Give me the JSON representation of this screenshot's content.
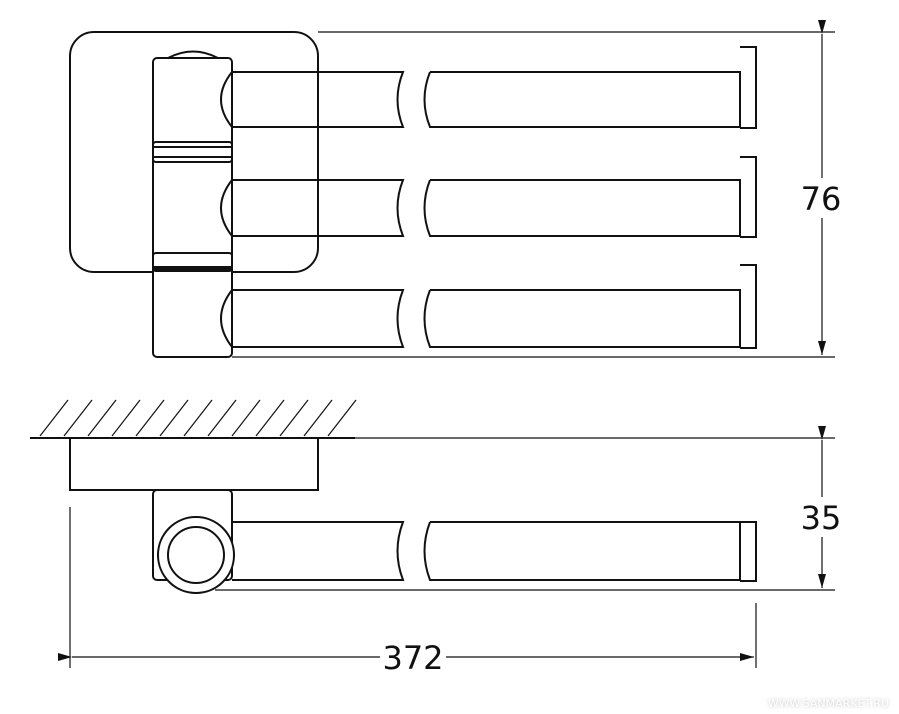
{
  "dimensions": {
    "height_top_view": "76",
    "depth_side_view": "35",
    "total_length": "372"
  },
  "watermark": "WWW.SANMARKET.RU"
}
